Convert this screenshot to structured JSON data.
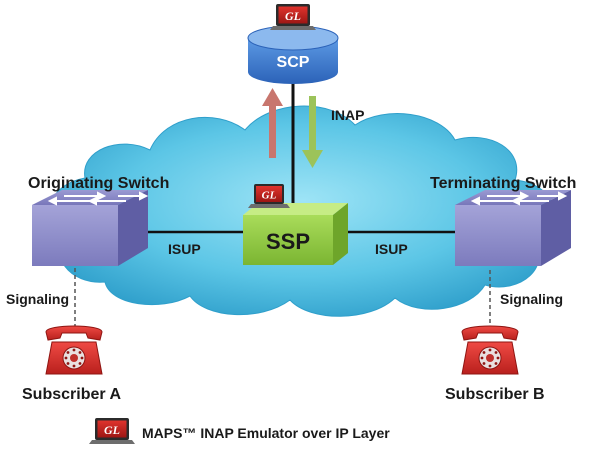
{
  "nodes": {
    "scp": "SCP",
    "ssp": "SSP",
    "originating_switch": "Originating Switch",
    "terminating_switch": "Terminating Switch",
    "subscriber_a": "Subscriber A",
    "subscriber_b": "Subscriber B"
  },
  "links": {
    "inap": "INAP",
    "isup_left": "ISUP",
    "isup_right": "ISUP",
    "signaling_left": "Signaling",
    "signaling_right": "Signaling"
  },
  "laptop_brand": "GL",
  "legend": {
    "label": "MAPS™ INAP Emulator over IP Layer"
  },
  "colors": {
    "cloud": "#47b8dc",
    "scp": "#3f7fd4",
    "ssp": "#8cc63e",
    "switch": "#8f8ec9",
    "phone": "#d8322e",
    "arrow_up": "#c8766e",
    "arrow_down": "#9cc35a"
  }
}
